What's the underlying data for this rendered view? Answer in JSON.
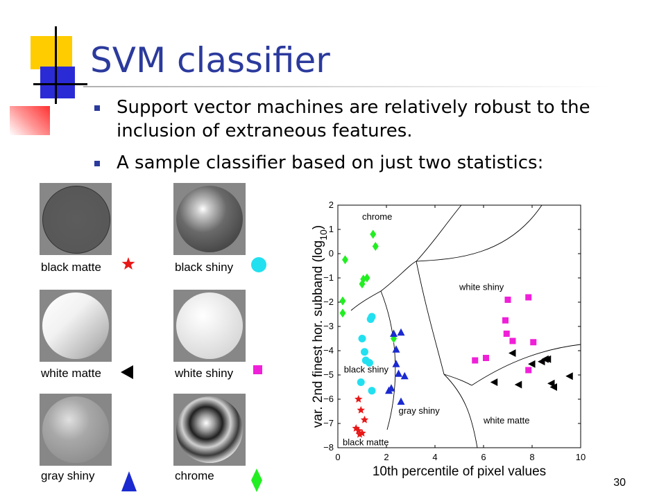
{
  "slide": {
    "title": "SVM classifier",
    "bullets": [
      "Support vector machines are relatively robust to the inclusion of extraneous features.",
      "A sample classifier based on just two statistics:"
    ],
    "page_number": "30"
  },
  "materials": [
    {
      "label": "black matte",
      "symbol": "star",
      "color": "#e81818"
    },
    {
      "label": "black shiny",
      "symbol": "circle",
      "color": "#22e0f0"
    },
    {
      "label": "white matte",
      "symbol": "triangle-left",
      "color": "#000000"
    },
    {
      "label": "white shiny",
      "symbol": "square",
      "color": "#f020d8"
    },
    {
      "label": "gray shiny",
      "symbol": "triangle-up",
      "color": "#1a2ad0"
    },
    {
      "label": "chrome",
      "symbol": "diamond",
      "color": "#22ee22"
    }
  ],
  "chart_data": {
    "type": "scatter",
    "xlabel": "10th percentile of pixel values",
    "ylabel_main": "var. 2nd finest hor. subband (log",
    "ylabel_sub": "10",
    "ylabel_close": ")",
    "xlim": [
      0,
      10
    ],
    "ylim": [
      -8,
      2
    ],
    "xticks": [
      0,
      2,
      4,
      6,
      8,
      10
    ],
    "yticks": [
      2,
      1,
      0,
      -1,
      -2,
      -3,
      -4,
      -5,
      -6,
      -7,
      -8
    ],
    "region_labels": [
      {
        "text": "chrome",
        "x": 1.0,
        "y": 1.4
      },
      {
        "text": "white shiny",
        "x": 5.0,
        "y": -1.5
      },
      {
        "text": "black shiny",
        "x": 0.25,
        "y": -4.9
      },
      {
        "text": "gray shiny",
        "x": 2.5,
        "y": -6.6
      },
      {
        "text": "white matte",
        "x": 6.0,
        "y": -7.0
      },
      {
        "text": "black matte",
        "x": 0.2,
        "y": -7.9
      }
    ],
    "series": [
      {
        "name": "chrome",
        "marker": "diamond",
        "color": "#22ee22",
        "points": [
          [
            1.45,
            0.8
          ],
          [
            1.55,
            0.3
          ],
          [
            0.3,
            -0.25
          ],
          [
            1.2,
            -1.0
          ],
          [
            1.05,
            -1.05
          ],
          [
            1.0,
            -1.25
          ],
          [
            0.2,
            -1.95
          ],
          [
            0.2,
            -2.45
          ],
          [
            2.3,
            -3.5
          ]
        ]
      },
      {
        "name": "black shiny",
        "marker": "circle",
        "color": "#22e0f0",
        "points": [
          [
            1.4,
            -2.6
          ],
          [
            1.35,
            -2.7
          ],
          [
            1.0,
            -3.5
          ],
          [
            1.1,
            -4.05
          ],
          [
            1.15,
            -4.4
          ],
          [
            1.3,
            -4.5
          ],
          [
            0.95,
            -5.3
          ],
          [
            1.4,
            -5.65
          ]
        ]
      },
      {
        "name": "gray shiny",
        "marker": "triangle-up",
        "color": "#1a2ad0",
        "points": [
          [
            2.3,
            -3.3
          ],
          [
            2.6,
            -3.25
          ],
          [
            2.4,
            -3.95
          ],
          [
            2.4,
            -4.55
          ],
          [
            2.5,
            -4.95
          ],
          [
            2.75,
            -5.05
          ],
          [
            2.1,
            -5.65
          ],
          [
            2.2,
            -5.55
          ],
          [
            2.6,
            -6.1
          ]
        ]
      },
      {
        "name": "black matte",
        "marker": "star",
        "color": "#e81818",
        "points": [
          [
            0.85,
            -6.0
          ],
          [
            0.95,
            -6.45
          ],
          [
            1.1,
            -6.85
          ],
          [
            0.75,
            -7.2
          ],
          [
            0.85,
            -7.3
          ],
          [
            1.0,
            -7.4
          ],
          [
            0.9,
            -7.45
          ]
        ]
      },
      {
        "name": "white shiny",
        "marker": "square",
        "color": "#f020d8",
        "points": [
          [
            7.0,
            -1.9
          ],
          [
            7.85,
            -1.8
          ],
          [
            6.9,
            -2.75
          ],
          [
            6.95,
            -3.3
          ],
          [
            7.2,
            -3.6
          ],
          [
            8.05,
            -3.65
          ],
          [
            5.65,
            -4.4
          ],
          [
            6.1,
            -4.3
          ],
          [
            7.85,
            -4.8
          ]
        ]
      },
      {
        "name": "white matte",
        "marker": "triangle-left",
        "color": "#000000",
        "points": [
          [
            7.2,
            -4.1
          ],
          [
            8.4,
            -4.45
          ],
          [
            8.55,
            -4.35
          ],
          [
            8.65,
            -4.35
          ],
          [
            8.0,
            -4.55
          ],
          [
            9.55,
            -5.05
          ],
          [
            6.45,
            -5.3
          ],
          [
            7.45,
            -5.4
          ],
          [
            8.8,
            -5.35
          ],
          [
            8.9,
            -5.5
          ]
        ]
      }
    ]
  }
}
